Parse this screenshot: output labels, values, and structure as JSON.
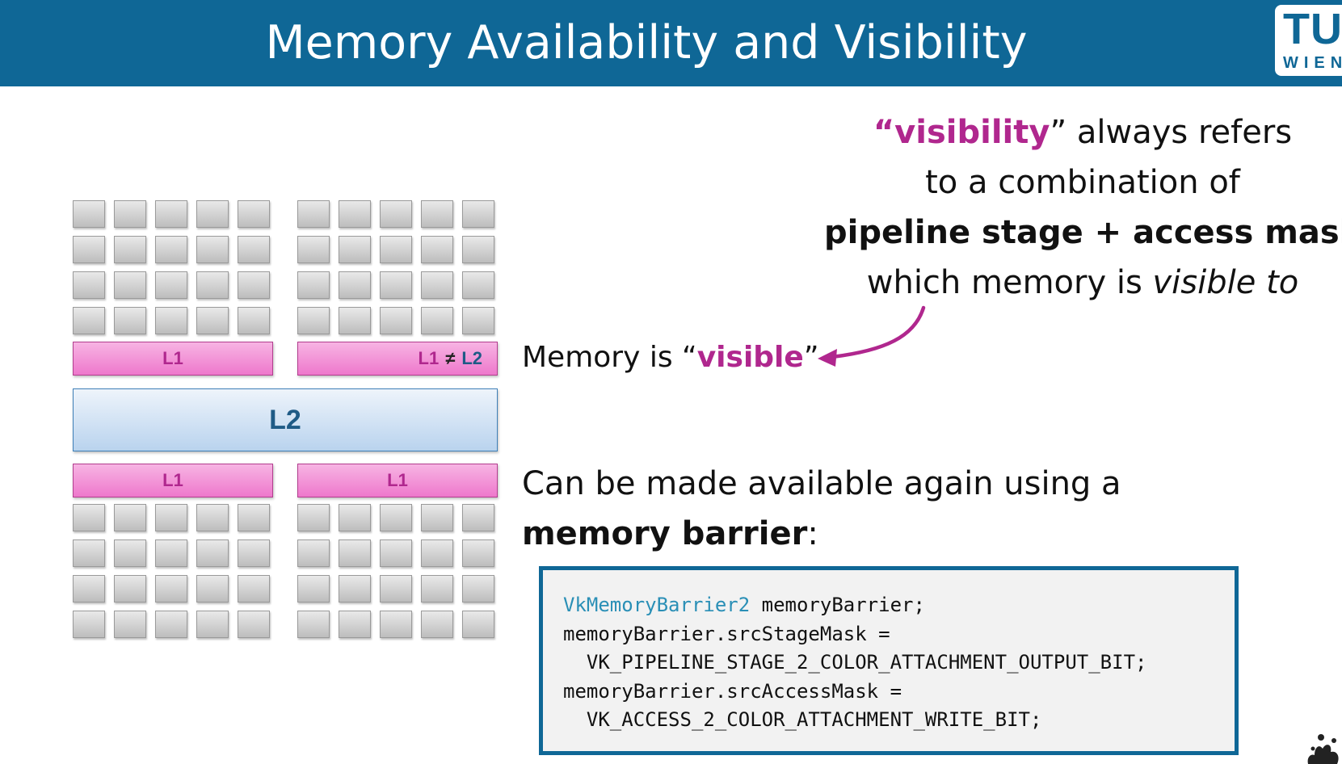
{
  "slide": {
    "title": "Memory Availability and Visibility",
    "logo": {
      "top": "TU",
      "bottom": "WIEN"
    }
  },
  "diagram": {
    "l1_label": "L1",
    "l1_neq_label": "L1",
    "neq_symbol": "≠",
    "l2_label": "L2",
    "colors": {
      "l1": "#ee78cc",
      "l2": "#b9d3ee",
      "core": "#d0d0d0",
      "header": "#0f6796",
      "accent": "#b0278e"
    }
  },
  "visibility_note": {
    "line1_open": "“",
    "line1_emph": "visibility",
    "line1_rest": "” always refers",
    "line2": "to a combination of",
    "line3": "pipeline stage + access mask",
    "line4_plain": "which memory is ",
    "line4_italic": "visible to"
  },
  "memory_visible": {
    "prefix": "Memory is “",
    "emph": "visible",
    "suffix": "”"
  },
  "available_again": {
    "line1": "Can be made available again using a",
    "line2_bold": "memory barrier",
    "line2_rest": ":"
  },
  "code": {
    "type_name": "VkMemoryBarrier2",
    "line1_rest": " memoryBarrier;",
    "line2": "memoryBarrier.srcStageMask =",
    "line3": "  VK_PIPELINE_STAGE_2_COLOR_ATTACHMENT_OUTPUT_BIT;",
    "line4": "memoryBarrier.srcAccessMask =",
    "line5": "  VK_ACCESS_2_COLOR_ATTACHMENT_WRITE_BIT;"
  }
}
